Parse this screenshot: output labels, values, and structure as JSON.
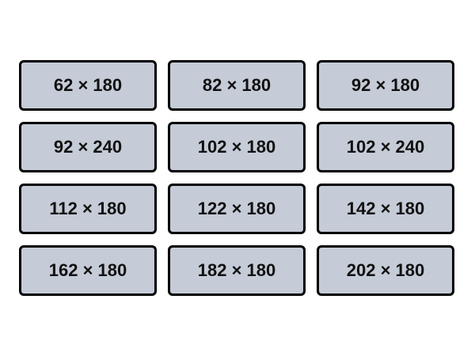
{
  "colors": {
    "button_fill": "#c5cbd7",
    "button_border": "#000000",
    "text": "#111111",
    "background": "#ffffff"
  },
  "size_options": [
    {
      "label": "62 × 180"
    },
    {
      "label": "82 × 180"
    },
    {
      "label": "92 × 180"
    },
    {
      "label": "92 × 240"
    },
    {
      "label": "102 × 180"
    },
    {
      "label": "102 × 240"
    },
    {
      "label": "112 × 180"
    },
    {
      "label": "122 × 180"
    },
    {
      "label": "142 × 180"
    },
    {
      "label": "162 × 180"
    },
    {
      "label": "182 × 180"
    },
    {
      "label": "202 × 180"
    }
  ]
}
